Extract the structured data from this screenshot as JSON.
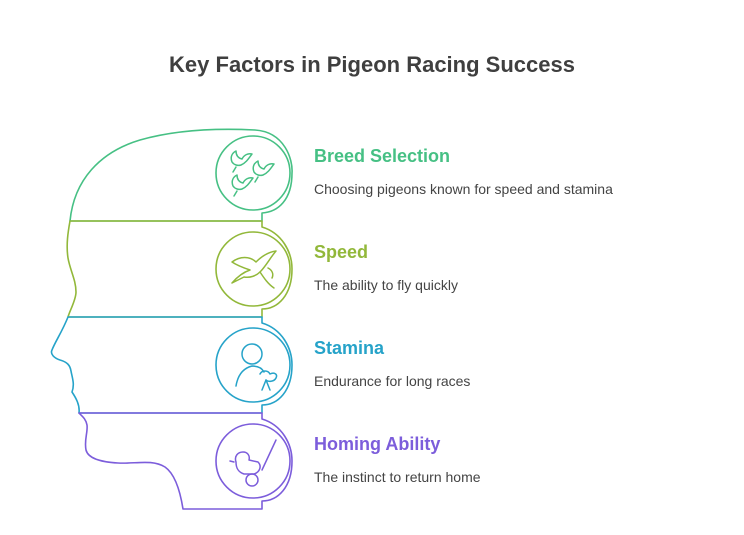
{
  "title": "Key Factors in Pigeon Racing Success",
  "factors": [
    {
      "label": "Breed Selection",
      "description": "Choosing pigeons known for speed and stamina",
      "color": "#46c084",
      "icon": "birds-icon"
    },
    {
      "label": "Speed",
      "description": "The ability to fly quickly",
      "color": "#92b83a",
      "icon": "flying-bird-icon"
    },
    {
      "label": "Stamina",
      "description": "Endurance for long races",
      "color": "#26a3c9",
      "icon": "person-with-bird-icon"
    },
    {
      "label": "Homing Ability",
      "description": "The instinct to return home",
      "color": "#7c5ddb",
      "icon": "bird-on-perch-icon"
    }
  ]
}
